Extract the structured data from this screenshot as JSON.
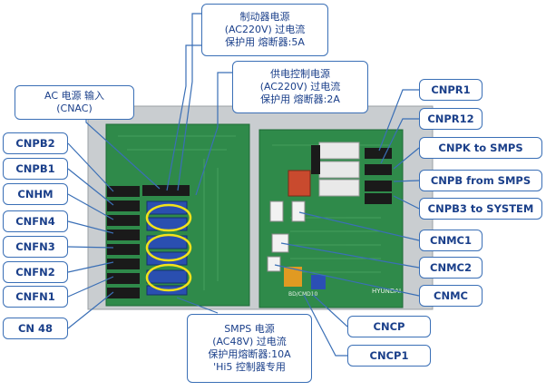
{
  "labels": {
    "brake_power": [
      "制动器电源",
      "(AC220V) 过电流",
      "保护用 熔断器:5A"
    ],
    "supply_control_power": [
      "供电控制电源",
      "(AC220V) 过电流",
      "保护用 熔断器:2A"
    ],
    "ac_input": [
      "AC 电源 输入",
      "(CNAC)"
    ],
    "smps_power": [
      "SMPS 电源",
      "(AC48V) 过电流",
      "保护用熔断器:10A",
      "'Hi5 控制器专用"
    ],
    "cnpb2": "CNPB2",
    "cnpb1": "CNPB1",
    "cnhm": "CNHM",
    "cnfn4": "CNFN4",
    "cnfn3": "CNFN3",
    "cnfn2": "CNFN2",
    "cnfn1": "CNFN1",
    "cn48": "CN 48",
    "cnpr1": "CNPR1",
    "cnpr12": "CNPR12",
    "cnpk_to_smps": "CNPK to SMPS",
    "cnpb_from_smps": "CNPB from SMPS",
    "cnpb3_to_system": "CNPB3 to SYSTEM",
    "cnmc1": "CNMC1",
    "cnmc2": "CNMC2",
    "cnmc": "CNMC",
    "cncp": "CNCP",
    "cncp1": "CNCP1"
  },
  "board_silkscreen": {
    "brand": "HYUNDAI",
    "model": "BD/CMD10"
  },
  "colors": {
    "pcb": "#2f8a4a",
    "pcb_dark": "#1f6b37",
    "label_border": "#3a6fb6",
    "label_text": "#1a3f8a",
    "leader_line": "#3a6fb6",
    "highlight": "#f2e21a"
  }
}
